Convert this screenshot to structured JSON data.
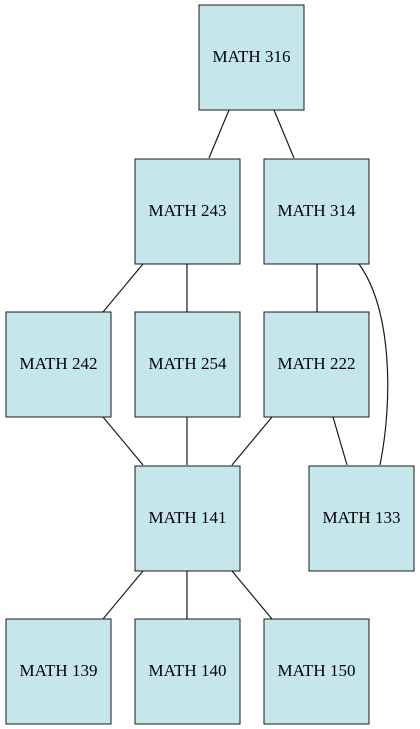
{
  "diagram": {
    "type": "prerequisite-graph",
    "node_fill": "#c5e6eb",
    "nodes": {
      "math316": "MATH 316",
      "math243": "MATH 243",
      "math314": "MATH 314",
      "math242": "MATH 242",
      "math254": "MATH 254",
      "math222": "MATH 222",
      "math141": "MATH 141",
      "math133": "MATH 133",
      "math139": "MATH 139",
      "math140": "MATH 140",
      "math150": "MATH 150"
    },
    "edges": [
      [
        "math316",
        "math243"
      ],
      [
        "math316",
        "math314"
      ],
      [
        "math243",
        "math242"
      ],
      [
        "math243",
        "math254"
      ],
      [
        "math314",
        "math222"
      ],
      [
        "math314",
        "math133"
      ],
      [
        "math242",
        "math141"
      ],
      [
        "math254",
        "math141"
      ],
      [
        "math222",
        "math141"
      ],
      [
        "math222",
        "math133"
      ],
      [
        "math141",
        "math139"
      ],
      [
        "math141",
        "math140"
      ],
      [
        "math141",
        "math150"
      ]
    ]
  }
}
